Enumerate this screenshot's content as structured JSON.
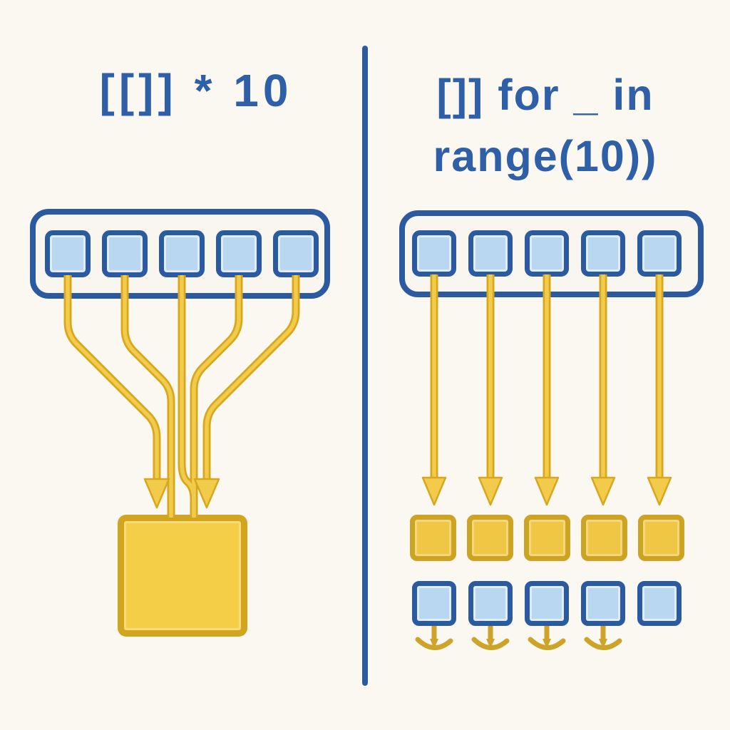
{
  "meta": {
    "description": "Diagram comparing Python list creation: left shows all outer-list cells referencing one shared inner list; right shows each cell referencing its own new inner list"
  },
  "colors": {
    "bg": "#faf8f1",
    "panelBg": "#f8f6ee",
    "blue": "#2b5aa0",
    "blueText": "#2f5fa6",
    "cellFill": "#b9d7f0",
    "yellow": "#f3cb4a",
    "yellowDark": "#d7a81f",
    "boxFill": "#f4ce47",
    "boxBorder": "#d2a520",
    "smallYellowFill": "#f0c645",
    "smallYellowBorder": "#cda324",
    "anchor": "#cda32a"
  },
  "left_panel": {
    "title": "[[]] * 10",
    "list_cell_count": 5,
    "shared_object_count": 1,
    "arrowhead_count": 2
  },
  "right_panel": {
    "title_line1": "[]] for _ in",
    "title_line2": "range(10))",
    "list_cell_count": 5,
    "arrow_count": 5,
    "yellow_object_count": 5,
    "blue_object_count": 5,
    "hook_arrow_count": 4
  }
}
